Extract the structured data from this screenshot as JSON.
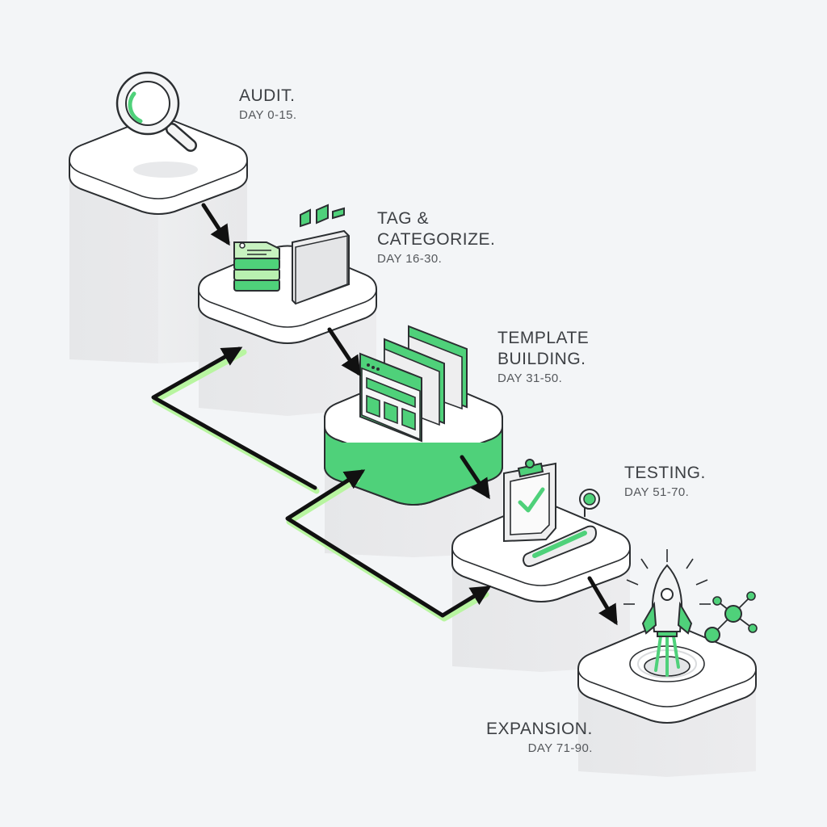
{
  "steps": [
    {
      "title": "AUDIT.",
      "days": "DAY 0-15."
    },
    {
      "title_line1": "TAG &",
      "title_line2": "CATEGORIZE.",
      "days": "DAY 16-30."
    },
    {
      "title_line1": "TEMPLATE",
      "title_line2": "BUILDING.",
      "days": "DAY 31-50."
    },
    {
      "title": "TESTING.",
      "days": "DAY 51-70."
    },
    {
      "title": "EXPANSION.",
      "days": "DAY 71-90."
    }
  ],
  "icons": [
    "magnifier-icon",
    "tag-stack-icon",
    "folder-tags-icon",
    "template-windows-icon",
    "clipboard-check-icon",
    "beta-toggle-icon",
    "rocket-icon",
    "network-nodes-icon"
  ],
  "colors": {
    "accent_green": "#4fd17a",
    "light_green": "#b9f0b0",
    "outline": "#2b2e31",
    "arrow": "#111111",
    "block_face": "#e9eaec",
    "block_top": "#ffffff",
    "background": "#f3f5f7"
  }
}
